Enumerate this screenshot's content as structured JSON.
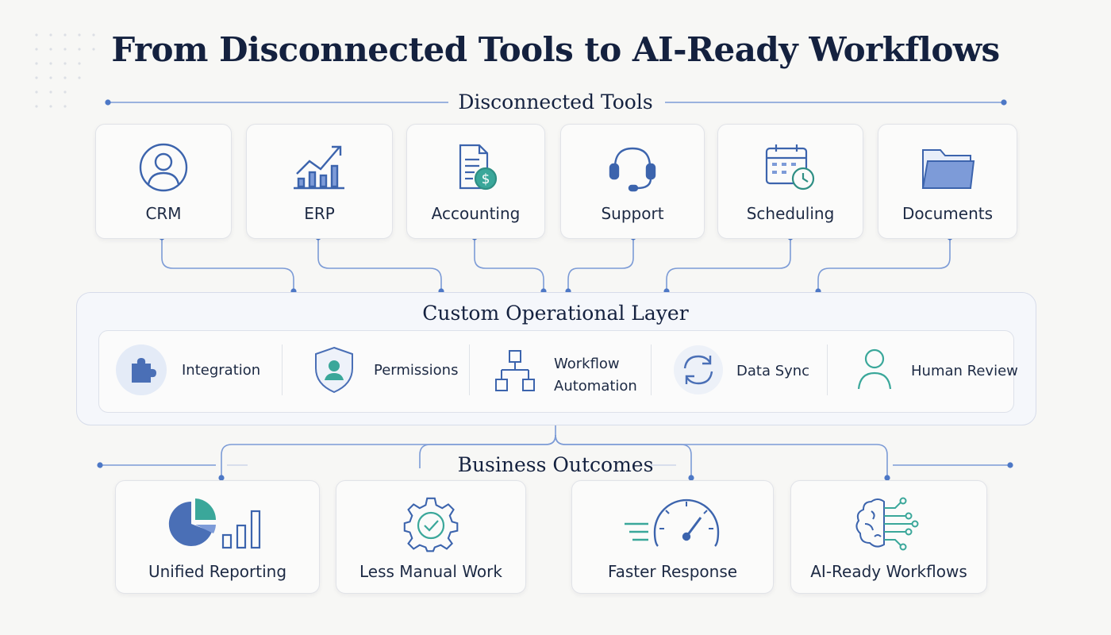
{
  "title": "From Disconnected Tools to AI-Ready Workflows",
  "sections": {
    "tools": "Disconnected Tools",
    "layer": "Custom Operational Layer",
    "outcomes": "Business Outcomes"
  },
  "tools": [
    {
      "label": "CRM",
      "icon": "user-circle-icon"
    },
    {
      "label": "ERP",
      "icon": "growth-chart-icon"
    },
    {
      "label": "Accounting",
      "icon": "invoice-dollar-icon"
    },
    {
      "label": "Support",
      "icon": "headset-icon"
    },
    {
      "label": "Scheduling",
      "icon": "calendar-clock-icon"
    },
    {
      "label": "Documents",
      "icon": "folder-icon"
    }
  ],
  "capabilities": [
    {
      "label": "Integration",
      "icon": "puzzle-icon"
    },
    {
      "label": "Permissions",
      "icon": "shield-user-icon"
    },
    {
      "label": "Workflow Automation",
      "line1": "Workflow",
      "line2": "Automation",
      "icon": "workflow-tree-icon"
    },
    {
      "label": "Data Sync",
      "icon": "sync-icon"
    },
    {
      "label": "Human Review",
      "icon": "person-icon"
    }
  ],
  "outcomes": [
    {
      "label": "Unified Reporting",
      "icon": "pie-bar-chart-icon"
    },
    {
      "label": "Less Manual Work",
      "icon": "gear-check-icon"
    },
    {
      "label": "Faster Response",
      "icon": "speedometer-icon"
    },
    {
      "label": "AI-Ready Workflows",
      "icon": "brain-circuit-icon"
    }
  ],
  "colors": {
    "navy": "#14213f",
    "accent_blue": "#4a6fb6",
    "teal": "#3aa79a",
    "connector": "#6b8fd1"
  }
}
